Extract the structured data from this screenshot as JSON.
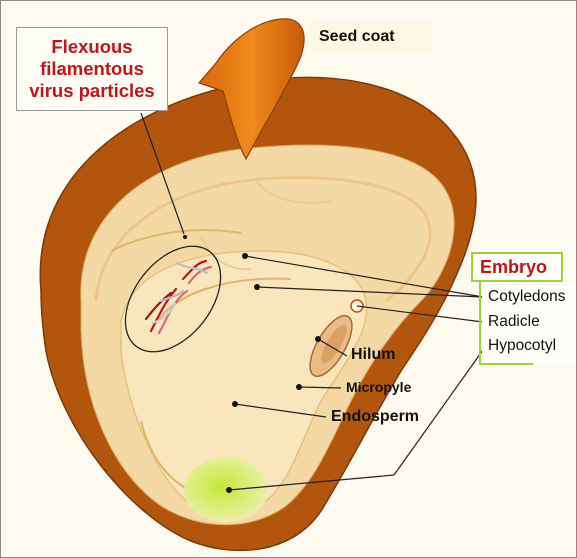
{
  "diagram": {
    "title": "Flexuous\nfilamentous\nvirus particles",
    "labels": {
      "seed_coat": "Seed coat",
      "hilum": "Hilum",
      "micropyle": "Micropyle",
      "endosperm": "Endosperm"
    },
    "embryo": {
      "title": "Embryo",
      "parts": [
        "Cotyledons",
        "Radicle",
        "Hypocotyl"
      ]
    },
    "colors": {
      "seed_coat": "#b2560e",
      "seed_coat_flap": "#e07a12",
      "endosperm": "#f5d9a4",
      "cotyledon": "#f9e6bd",
      "radicle_tip": "#c8e43a",
      "title_red": "#c0131b",
      "embryo_border": "#9bd13b"
    }
  }
}
